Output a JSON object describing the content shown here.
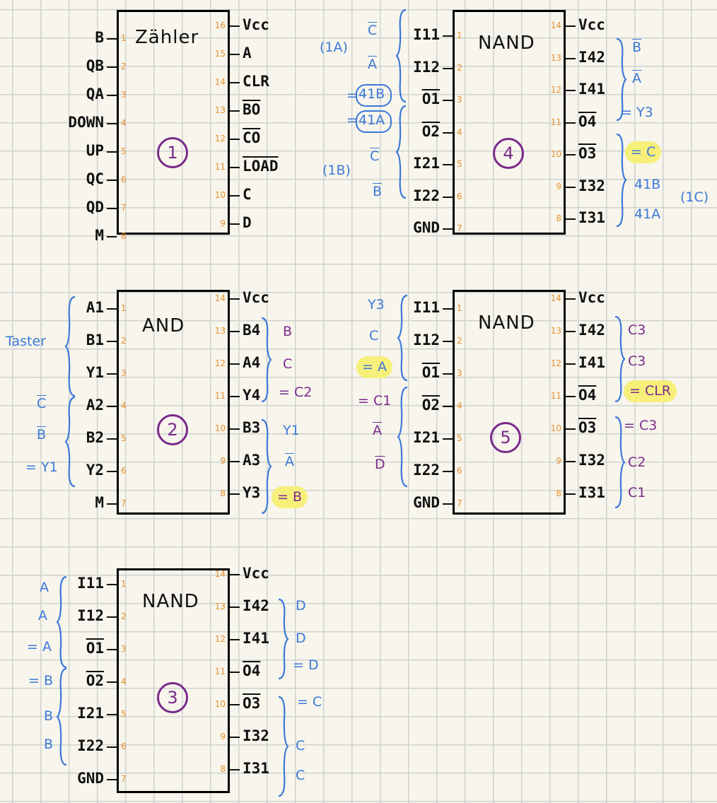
{
  "chips": [
    {
      "id": "1",
      "title": "Zähler",
      "left": [
        "B",
        "QB",
        "QA",
        "DOWN",
        "UP",
        "QC",
        "QD",
        "M"
      ],
      "right": [
        "Vcc",
        "A",
        "CLR",
        "BO",
        "CO",
        "LOAD",
        "C",
        "D"
      ],
      "right_over": [
        false,
        false,
        false,
        true,
        true,
        true,
        false,
        false
      ],
      "left_nums": [
        "1",
        "2",
        "3",
        "4",
        "5",
        "6",
        "7",
        "8"
      ],
      "right_nums": [
        "16",
        "15",
        "14",
        "13",
        "12",
        "11",
        "10",
        "9"
      ]
    },
    {
      "id": "4",
      "title": "NAND",
      "left": [
        "I11",
        "I12",
        "O1",
        "O2",
        "I21",
        "I22",
        "GND"
      ],
      "left_over": [
        false,
        false,
        true,
        true,
        false,
        false,
        false
      ],
      "right": [
        "Vcc",
        "I42",
        "I41",
        "O4",
        "O3",
        "I32",
        "I31"
      ],
      "right_over": [
        false,
        false,
        false,
        true,
        true,
        false,
        false
      ],
      "left_nums": [
        "1",
        "2",
        "3",
        "4",
        "5",
        "6",
        "7"
      ],
      "right_nums": [
        "14",
        "13",
        "12",
        "11",
        "10",
        "9",
        "8"
      ]
    },
    {
      "id": "2",
      "title": "AND",
      "left": [
        "A1",
        "B1",
        "Y1",
        "A2",
        "B2",
        "Y2",
        "M"
      ],
      "right": [
        "Vcc",
        "B4",
        "A4",
        "Y4",
        "B3",
        "A3",
        "Y3"
      ],
      "left_nums": [
        "1",
        "2",
        "3",
        "4",
        "5",
        "6",
        "7"
      ],
      "right_nums": [
        "14",
        "13",
        "12",
        "11",
        "10",
        "9",
        "8"
      ]
    },
    {
      "id": "5",
      "title": "NAND",
      "left": [
        "I11",
        "I12",
        "O1",
        "O2",
        "I21",
        "I22",
        "GND"
      ],
      "left_over": [
        false,
        false,
        true,
        true,
        false,
        false,
        false
      ],
      "right": [
        "Vcc",
        "I42",
        "I41",
        "O4",
        "O3",
        "I32",
        "I31"
      ],
      "right_over": [
        false,
        false,
        false,
        true,
        true,
        false,
        false
      ],
      "left_nums": [
        "1",
        "2",
        "3",
        "4",
        "5",
        "6",
        "7"
      ],
      "right_nums": [
        "14",
        "13",
        "12",
        "11",
        "10",
        "9",
        "8"
      ]
    },
    {
      "id": "3",
      "title": "NAND",
      "left": [
        "I11",
        "I12",
        "O1",
        "O2",
        "I21",
        "I22",
        "GND"
      ],
      "left_over": [
        false,
        false,
        true,
        true,
        false,
        false,
        false
      ],
      "right": [
        "Vcc",
        "I42",
        "I41",
        "O4",
        "O3",
        "I32",
        "I31"
      ],
      "right_over": [
        false,
        false,
        false,
        true,
        true,
        false,
        false
      ],
      "left_nums": [
        "1",
        "2",
        "3",
        "4",
        "5",
        "6",
        "7"
      ],
      "right_nums": [
        "14",
        "13",
        "12",
        "11",
        "10",
        "9",
        "8"
      ]
    }
  ],
  "annotations": {
    "chip4": {
      "group_1a": "(1A)",
      "group_1b": "(1B)",
      "group_1c": "(1C)",
      "in_c_bar": "C",
      "in_a_bar": "A",
      "eq_41b": "=",
      "ring_41b": "41B",
      "eq_41a": "=",
      "ring_41a": "41A",
      "in_c_bar2": "C",
      "in_b_bar2": "B",
      "r_b_bar": "B",
      "r_a_bar": "A",
      "r_eq_y3": "= Y3",
      "r_eq_c": "= C",
      "r_41b": "41B",
      "r_41a": "41A"
    },
    "chip2": {
      "taster": "Taster",
      "c_bar": "C",
      "b_bar": "B",
      "eq_y1": "= Y1",
      "r_b": "B",
      "r_c": "C",
      "r_eq_c2": "= C2",
      "r_y1": "Y1",
      "r_a_bar": "A",
      "r_eq_b": "= B"
    },
    "chip5": {
      "y3": "Y3",
      "c": "C",
      "eq_a": "= A",
      "eq_c1": "= C1",
      "a_bar": "A",
      "d_bar": "D",
      "r_c3a": "C3",
      "r_c3b": "C3",
      "r_eq_clr": "= CLR",
      "r_eq_c3": "= C3",
      "r_c2": "C2",
      "r_c1": "C1"
    },
    "chip3": {
      "a1": "A",
      "a2": "A",
      "eq_a_bar": "= A",
      "eq_b_bar": "= B",
      "b1": "B",
      "b2": "B",
      "r_d1": "D",
      "r_d2": "D",
      "r_eq_d_bar": "= D",
      "r_eq_c_bar": "= C",
      "r_c1": "C",
      "r_c2": "C"
    }
  },
  "colors": {
    "blue": "#3b78d8",
    "purple": "#7a2a8c",
    "orange": "#e8912d",
    "highlight": "#f6ef7a"
  }
}
